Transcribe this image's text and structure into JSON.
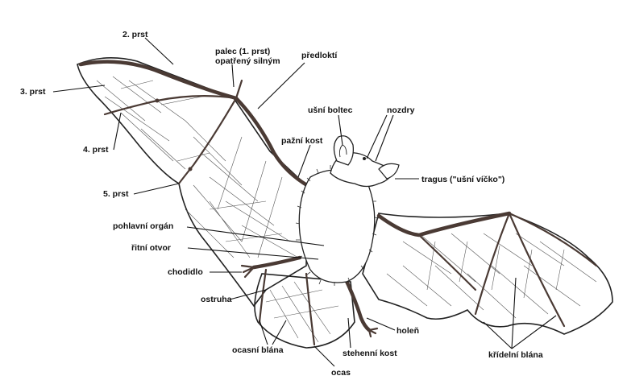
{
  "labels": {
    "prst2": "2. prst",
    "palec1": "palec (1. prst)",
    "palec2": "opatřený silným",
    "predlokti": "předloktí",
    "prst3": "3. prst",
    "usni_boltec": "ušní boltec",
    "nozdry": "nozdry",
    "prst4": "4. prst",
    "pazni_kost": "pažní kost",
    "tragus": "tragus (\"ušní víčko\")",
    "prst5": "5. prst",
    "pohlavni_organ": "pohlavní orgán",
    "ritni_otvor": "řitní otvor",
    "chodidlo": "chodidlo",
    "ostruha": "ostruha",
    "holen": "holeň",
    "ocasni_blana": "ocasní blána",
    "stehenni_kost": "stehenní kost",
    "kridelni_blana": "křídelní blána",
    "ocas": "ocas"
  }
}
